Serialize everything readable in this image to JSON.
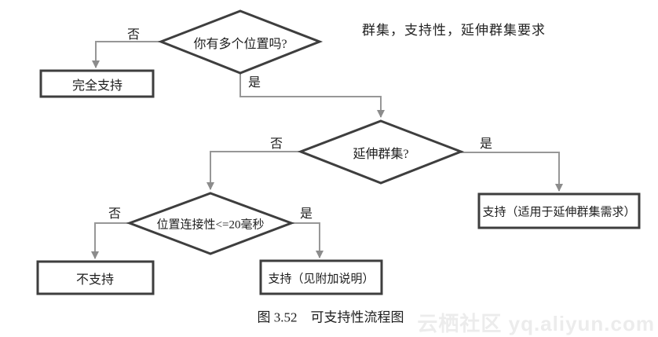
{
  "header": {
    "note": "群集，支持性，延伸群集要求"
  },
  "flowchart": {
    "nodes": {
      "q_locations": "你有多个位置吗?",
      "q_stretched": "延伸群集?",
      "q_latency": "位置连接性<=20毫秒",
      "fully_supported": "完全支持",
      "supported_stretched": "支持（适用于延伸群集需求）",
      "not_supported": "不支持",
      "supported_notes": "支持（见附加说明）"
    },
    "edge_labels": {
      "no": "否",
      "yes": "是"
    },
    "colors": {
      "shape_stroke": "#3e3e3e",
      "connector": "#979797",
      "arrowhead": "#8c8c8c",
      "text": "#1d1d1d",
      "watermark": "#ececec"
    }
  },
  "caption": "图 3.52　可支持性流程图",
  "watermark": "云栖社区 yq.aliyun.com"
}
